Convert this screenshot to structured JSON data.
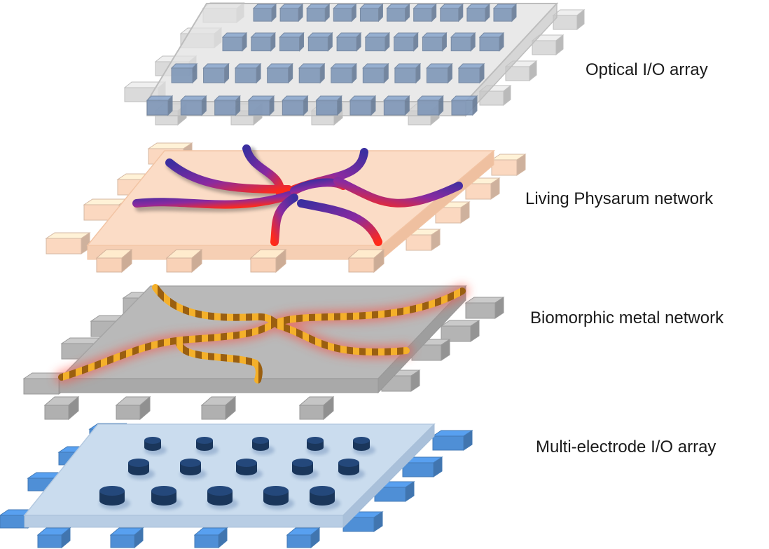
{
  "layers": [
    {
      "id": "optical",
      "label": "Optical I/O array"
    },
    {
      "id": "physarum",
      "label": "Living Physarum network"
    },
    {
      "id": "metal",
      "label": "Biomorphic metal network"
    },
    {
      "id": "electrode",
      "label": "Multi-electrode I/O array"
    }
  ],
  "colors": {
    "optical_plate": "#dcdcdc",
    "optical_cube": "#7f97b8",
    "physarum_plate": "#fbdcc6",
    "physarum_tube_start": "#3b2fa0",
    "physarum_tube_end": "#ff2a1a",
    "metal_plate": "#b7b7b7",
    "metal_tube": "#e6a11a",
    "electrode_plate": "#c9dbee",
    "electrode_pad": "#1f3f6b",
    "electrode_connector": "#4f8fd6"
  }
}
